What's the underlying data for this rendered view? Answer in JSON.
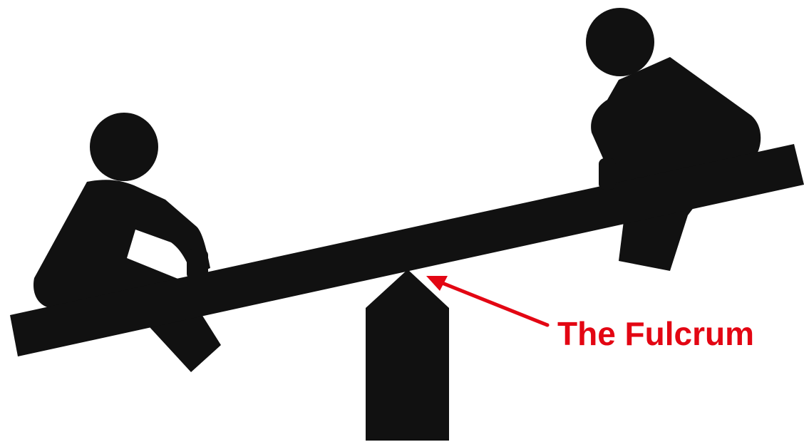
{
  "annotation": {
    "label": "The Fulcrum"
  },
  "colors": {
    "silhouette": "#111111",
    "annotation": "#e30613",
    "background": "#ffffff"
  },
  "icons": [
    "child-left-figure",
    "child-right-figure",
    "seesaw-plank",
    "fulcrum-post",
    "arrow-icon"
  ]
}
